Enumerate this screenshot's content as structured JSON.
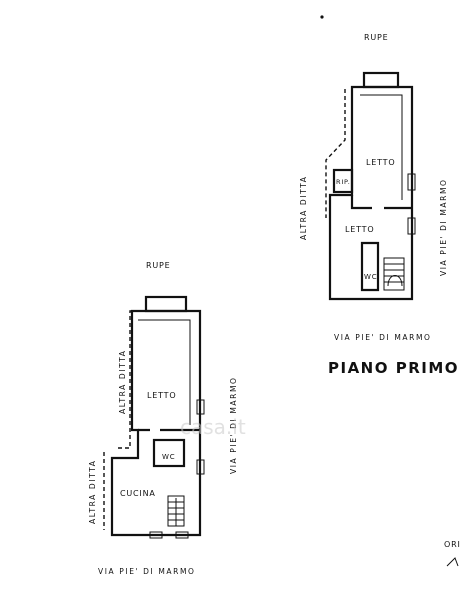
{
  "plan_left": {
    "top_label": "RUPE",
    "room_upper": "LETTO",
    "room_wc": "WC",
    "room_lower": "CUCINA",
    "side_left_upper": "ALTRA DITTA",
    "side_left_lower": "ALTRA DITTA",
    "side_right": "VIA PIE' DI MARMO",
    "bottom_label": "VIA PIE' DI MARMO"
  },
  "plan_right": {
    "top_label": "RUPE",
    "room_upper": "LETTO",
    "room_rip": "RIP.",
    "room_lower": "LETTO",
    "room_wc": "WC",
    "side_left": "ALTRA DITTA",
    "side_right": "VIA PIE' DI MARMO",
    "bottom_label": "VIA PIE' DI MARMO",
    "title": "PIANO PRIMO"
  },
  "corner_text": "ORI",
  "watermark": "casa.it"
}
